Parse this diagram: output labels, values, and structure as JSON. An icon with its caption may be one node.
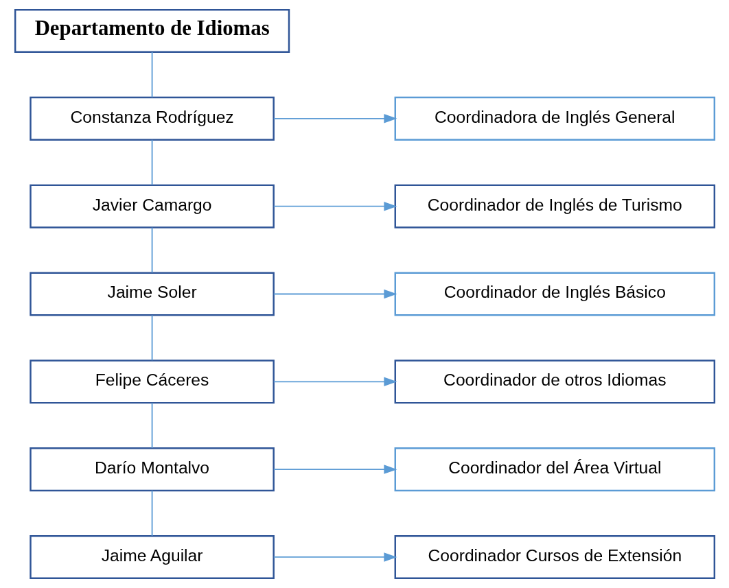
{
  "diagram": {
    "nodes": [
      {
        "text": [
          "Departamento de Idiomas"
        ]
      },
      {
        "text": [
          "Constanza Rodríguez"
        ]
      },
      {
        "text": [
          "Coordinadora de Inglés General"
        ]
      },
      {
        "text": [
          "Javier Camargo"
        ]
      },
      {
        "text": [
          "Coordinador de Inglés de Turismo"
        ]
      },
      {
        "text": [
          "Jaime Soler"
        ]
      },
      {
        "text": [
          "Coordinador de Inglés Básico"
        ]
      },
      {
        "text": [
          "Felipe Cáceres"
        ]
      },
      {
        "text": [
          "Coordinador de otros Idiomas"
        ]
      },
      {
        "text": [
          "Darío Montalvo"
        ]
      },
      {
        "text": [
          "Coordinador del Área Virtual"
        ]
      },
      {
        "text": [
          "Jaime Aguilar"
        ]
      },
      {
        "text": [
          "Coordinador Cursos de Extensión"
        ]
      }
    ],
    "edges": [
      {
        "from": 0,
        "to": 1,
        "arrow": "none"
      },
      {
        "from": 1,
        "to": 2,
        "arrow": "to"
      },
      {
        "from": 1,
        "to": 3,
        "arrow": "none"
      },
      {
        "from": 3,
        "to": 4,
        "arrow": "to"
      },
      {
        "from": 3,
        "to": 5,
        "arrow": "none"
      },
      {
        "from": 5,
        "to": 6,
        "arrow": "to"
      },
      {
        "from": 5,
        "to": 7,
        "arrow": "none"
      },
      {
        "from": 7,
        "to": 8,
        "arrow": "to"
      },
      {
        "from": 7,
        "to": 9,
        "arrow": "none"
      },
      {
        "from": 9,
        "to": 10,
        "arrow": "to"
      },
      {
        "from": 9,
        "to": 11,
        "arrow": "none"
      },
      {
        "from": 11,
        "to": 12,
        "arrow": "to"
      }
    ]
  }
}
